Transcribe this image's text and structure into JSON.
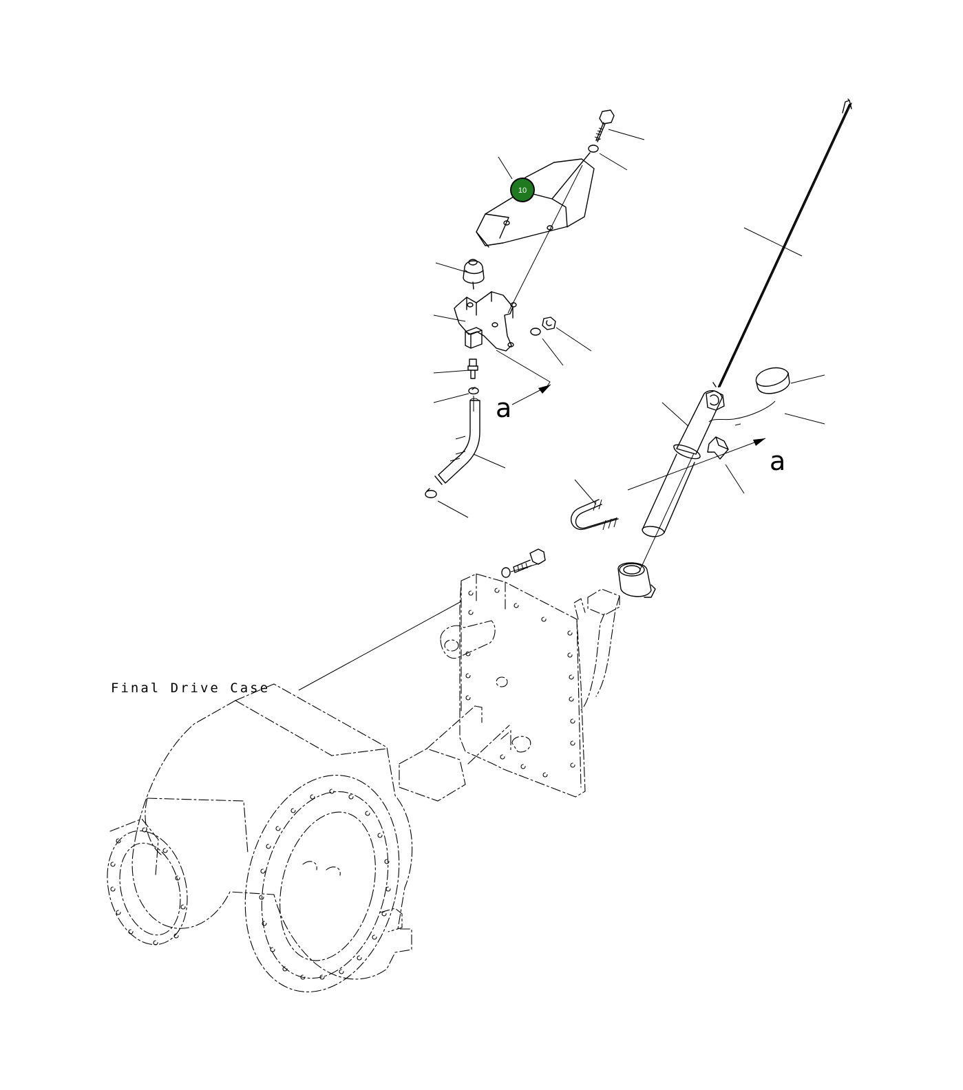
{
  "labels": {
    "final_drive_case": "Final Drive Case",
    "view_arrow_upper": "a",
    "view_arrow_lower": "a"
  },
  "callouts": [
    {
      "number": "10",
      "color": "#1f7a1f"
    }
  ]
}
